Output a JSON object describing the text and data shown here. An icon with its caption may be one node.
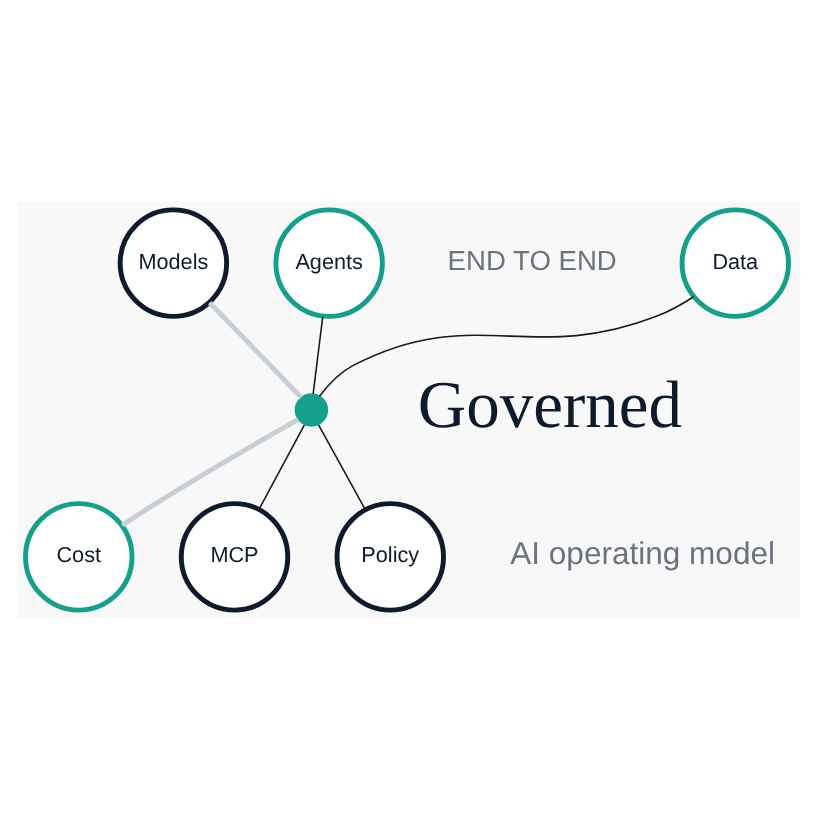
{
  "diagram": {
    "nodes": [
      {
        "text": [
          "Models"
        ]
      },
      {
        "text": [
          "Agents"
        ]
      },
      {
        "text": [
          "Data"
        ]
      },
      {
        "text": [],
        "shape": "circle"
      },
      {
        "text": [
          "MCP"
        ]
      },
      {
        "text": [
          "Policy"
        ]
      },
      {
        "text": [
          "Cost"
        ]
      }
    ],
    "edges": [
      {
        "from": 3,
        "to": 1,
        "arrow": "none"
      },
      {
        "from": 3,
        "to": 2,
        "arrow": "none"
      },
      {
        "from": 3,
        "to": 4,
        "arrow": "none"
      },
      {
        "from": 3,
        "to": 5,
        "arrow": "none"
      },
      {
        "from": 0,
        "to": 3,
        "arrow": "none",
        "color": "#c8ced6",
        "style": "thick"
      },
      {
        "from": 3,
        "to": 6,
        "arrow": "none",
        "color": "#c8ced6",
        "style": "thick"
      }
    ],
    "labels": [
      "END TO END",
      "Governed",
      "AI operating model"
    ]
  }
}
